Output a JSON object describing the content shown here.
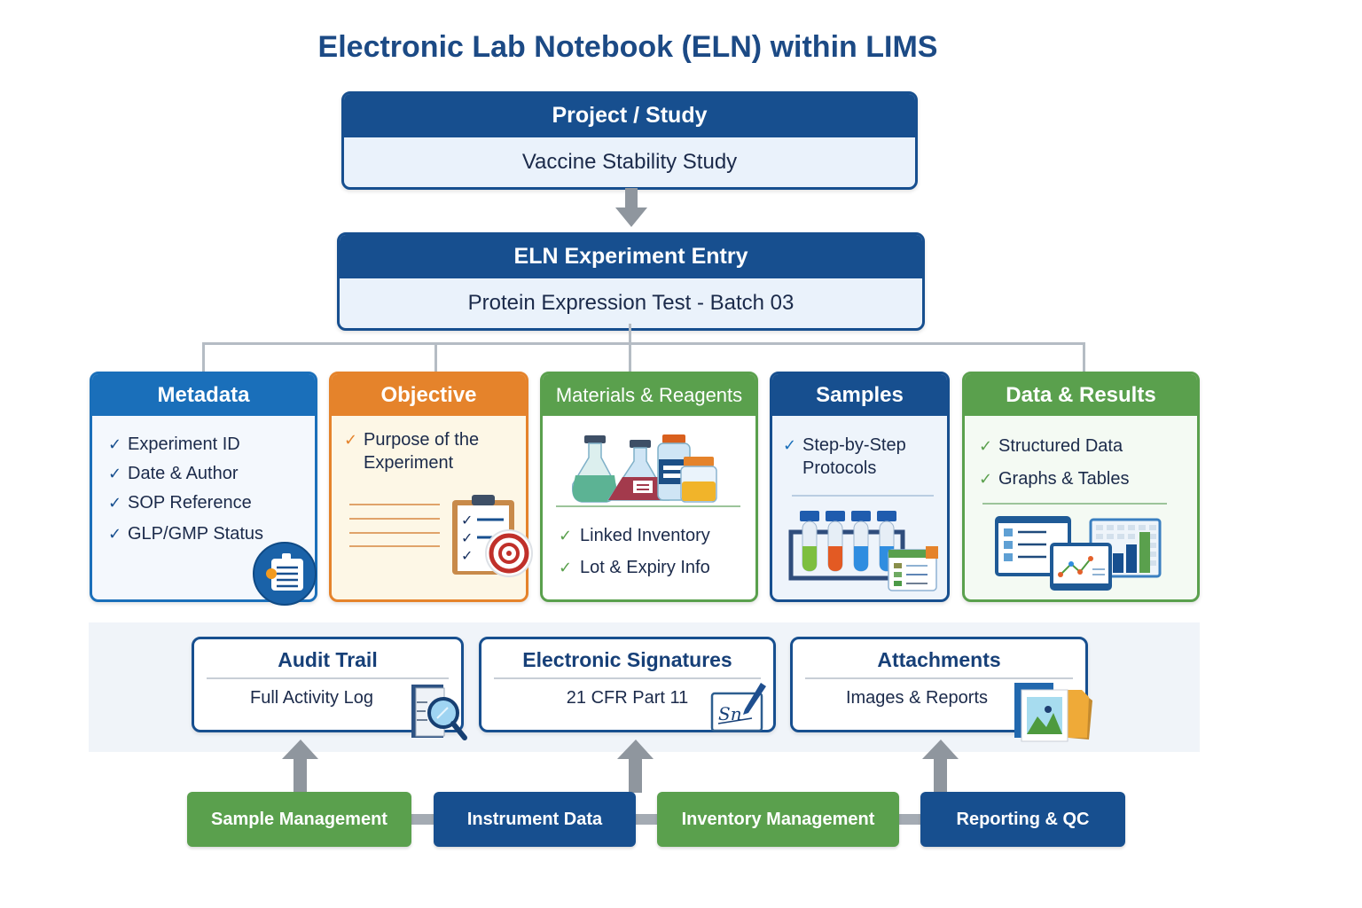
{
  "title": "Electronic Lab Notebook (ELN) within LIMS",
  "project": {
    "header": "Project / Study",
    "value": "Vaccine Stability Study"
  },
  "experiment": {
    "header": "ELN Experiment Entry",
    "value": "Protein Expression Test - Batch 03"
  },
  "sections": [
    {
      "title": "Metadata",
      "color": "#1a6fba",
      "items": [
        "Experiment ID",
        "Date & Author",
        "SOP Reference",
        "GLP/GMP Status"
      ],
      "icon": "document-badge-icon"
    },
    {
      "title": "Objective",
      "color": "#e5832b",
      "items": [
        "Purpose of the Experiment"
      ],
      "icon": "clipboard-target-icon"
    },
    {
      "title": "Materials & Reagents",
      "color": "#5aa04d",
      "items": [
        "Linked Inventory",
        "Lot & Expiry Info"
      ],
      "icon": "reagent-bottles-icon"
    },
    {
      "title": "Samples",
      "color": "#174f8f",
      "items": [
        "Step-by-Step Protocols"
      ],
      "icon": "test-tube-rack-icon"
    },
    {
      "title": "Data & Results",
      "color": "#5aa04d",
      "items": [
        "Structured Data",
        "Graphs & Tables"
      ],
      "icon": "charts-dashboard-icon"
    }
  ],
  "compliance": [
    {
      "title": "Audit Trail",
      "subtitle": "Full Activity Log",
      "icon": "document-magnifier-icon"
    },
    {
      "title": "Electronic Signatures",
      "subtitle": "21 CFR Part 11",
      "icon": "signature-pen-icon"
    },
    {
      "title": "Attachments",
      "subtitle": "Images & Reports",
      "icon": "image-folder-icon"
    }
  ],
  "modules": [
    {
      "label": "Sample Management",
      "color": "#5aa04d"
    },
    {
      "label": "Instrument Data",
      "color": "#174f8f"
    },
    {
      "label": "Inventory Management",
      "color": "#5aa04d"
    },
    {
      "label": "Reporting & QC",
      "color": "#174f8f"
    }
  ],
  "checkmark": "✓"
}
